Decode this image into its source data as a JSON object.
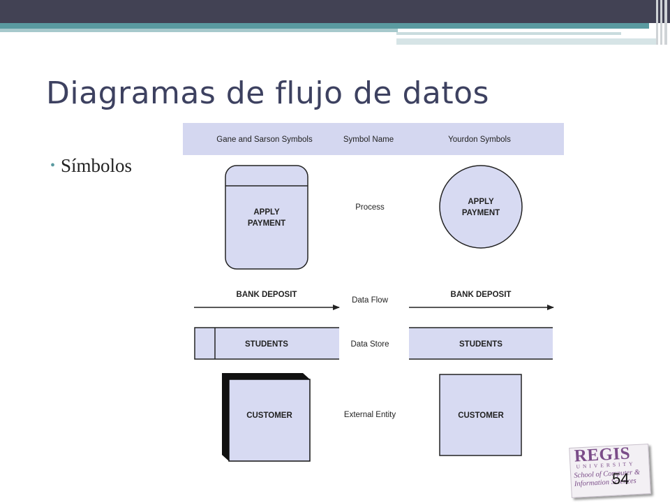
{
  "slide": {
    "title": "Diagramas de flujo de datos",
    "bullet": "Símbolos",
    "page_number": "54"
  },
  "table": {
    "headers": [
      "Gane and Sarson Symbols",
      "Symbol Name",
      "Yourdon Symbols"
    ],
    "rows": [
      {
        "name": "Process",
        "gane_label_line1": "APPLY",
        "gane_label_line2": "PAYMENT",
        "yourdon_label_line1": "APPLY",
        "yourdon_label_line2": "PAYMENT"
      },
      {
        "name": "Data Flow",
        "gane_label": "BANK DEPOSIT",
        "yourdon_label": "BANK DEPOSIT"
      },
      {
        "name": "Data Store",
        "gane_label": "STUDENTS",
        "yourdon_label": "STUDENTS"
      },
      {
        "name": "External Entity",
        "gane_label": "CUSTOMER",
        "yourdon_label": "CUSTOMER"
      }
    ]
  },
  "logo": {
    "name": "REGIS",
    "subtitle": "UNIVERSITY",
    "school_line1": "School of Computer &",
    "school_line2": "Information Sciences"
  },
  "colors": {
    "symbol_fill": "#d7daf2",
    "header_fill": "#d4d7f0",
    "title": "#3d4160",
    "accent": "#5a9aa0",
    "brand": "#7a4c88"
  }
}
